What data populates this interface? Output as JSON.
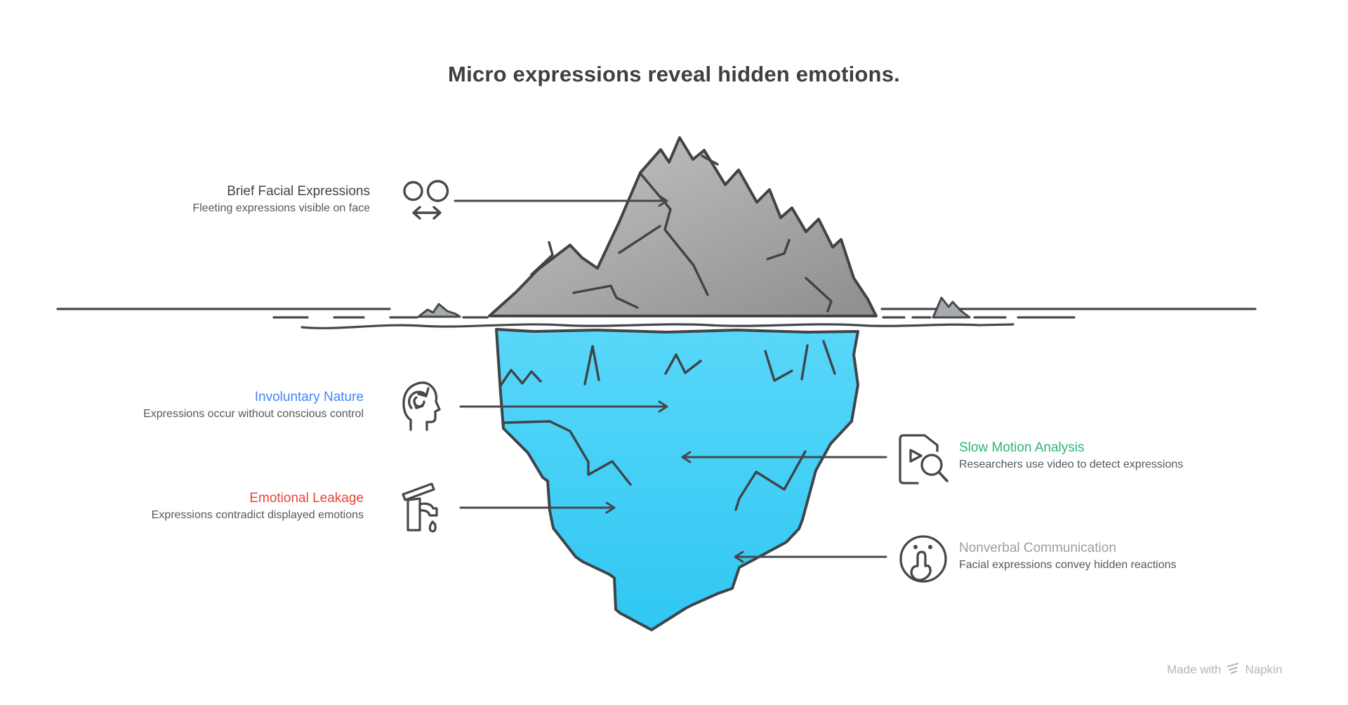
{
  "title": "Micro expressions reveal hidden emotions.",
  "labels": {
    "left": [
      {
        "title": "Brief Facial Expressions",
        "desc": "Fleeting expressions visible on face",
        "color": "#3f4347",
        "icon": "eyes-glance-icon"
      },
      {
        "title": "Involuntary Nature",
        "desc": "Expressions occur without conscious control",
        "color": "#4285f4",
        "icon": "head-cycle-icon"
      },
      {
        "title": "Emotional Leakage",
        "desc": "Expressions contradict displayed emotions",
        "color": "#ea4335",
        "icon": "faucet-drip-icon"
      }
    ],
    "right": [
      {
        "title": "Slow Motion Analysis",
        "desc": "Researchers use video to detect expressions",
        "color": "#2ab673",
        "icon": "video-doc-magnifier-icon"
      },
      {
        "title": "Nonverbal Communication",
        "desc": "Facial expressions convey hidden reactions",
        "color": "#9aa0a6",
        "icon": "shush-face-icon"
      }
    ]
  },
  "footer": {
    "made_with": "Made with",
    "brand": "Napkin"
  },
  "colors": {
    "outline": "#45494d",
    "iceberg_above_light": "#c3c3c3",
    "iceberg_above_dark": "#8e8e8e",
    "iceberg_below_top": "#58d7f9",
    "iceberg_below_bottom": "#30c7f3"
  }
}
